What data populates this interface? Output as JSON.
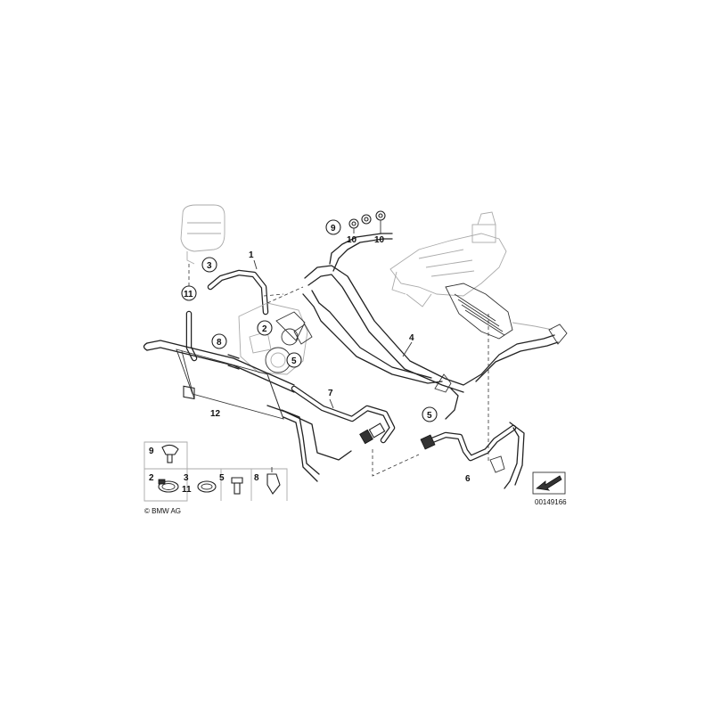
{
  "callouts": [
    {
      "id": "c1",
      "text": "1",
      "circled": false
    },
    {
      "id": "c2",
      "text": "2",
      "circled": true
    },
    {
      "id": "c3",
      "text": "3",
      "circled": true
    },
    {
      "id": "c4",
      "text": "4",
      "circled": false
    },
    {
      "id": "c5a",
      "text": "5",
      "circled": true
    },
    {
      "id": "c5b",
      "text": "5",
      "circled": true
    },
    {
      "id": "c6",
      "text": "6",
      "circled": false
    },
    {
      "id": "c7",
      "text": "7",
      "circled": false
    },
    {
      "id": "c8",
      "text": "8",
      "circled": true
    },
    {
      "id": "c9",
      "text": "9",
      "circled": true
    },
    {
      "id": "c10a",
      "text": "10",
      "circled": false
    },
    {
      "id": "c10b",
      "text": "10",
      "circled": false
    },
    {
      "id": "c11",
      "text": "11",
      "circled": true
    },
    {
      "id": "c12",
      "text": "12",
      "circled": false
    }
  ],
  "legend": {
    "labels": [
      "9",
      "2",
      "3",
      "11",
      "5",
      "8"
    ],
    "copyright": "© BMW AG"
  },
  "diagram_code": "00149166"
}
